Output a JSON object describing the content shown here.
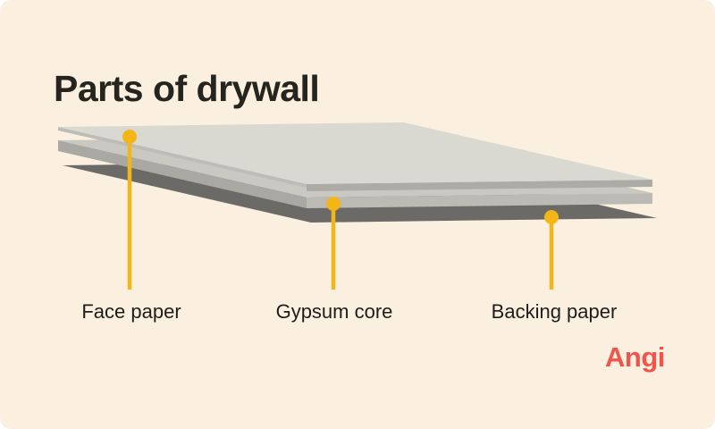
{
  "card": {
    "title": "Parts of drywall"
  },
  "diagram": {
    "description": "Exploded side view of a drywall sheet showing its three layers",
    "layers": [
      {
        "id": "face-paper",
        "label": "Face paper"
      },
      {
        "id": "gypsum-core",
        "label": "Gypsum core"
      },
      {
        "id": "backing-paper",
        "label": "Backing paper"
      }
    ]
  },
  "branding": {
    "logo_text": "Angi"
  },
  "colors": {
    "card_background": "#FBF0DF",
    "title_text": "#26241E",
    "label_text": "#1E1D1A",
    "pin": "#F4B517",
    "logo": "#F2544B",
    "face_top": "#D9D8D1",
    "face_edge_left": "#BDBCB6",
    "face_edge_front": "#ACABA5",
    "gypsum_top": "#C9C8C1",
    "gypsum_edge_left": "#A9A8A2",
    "gypsum_edge_front": "#BBBAB4",
    "backing": "#6B6A67"
  }
}
